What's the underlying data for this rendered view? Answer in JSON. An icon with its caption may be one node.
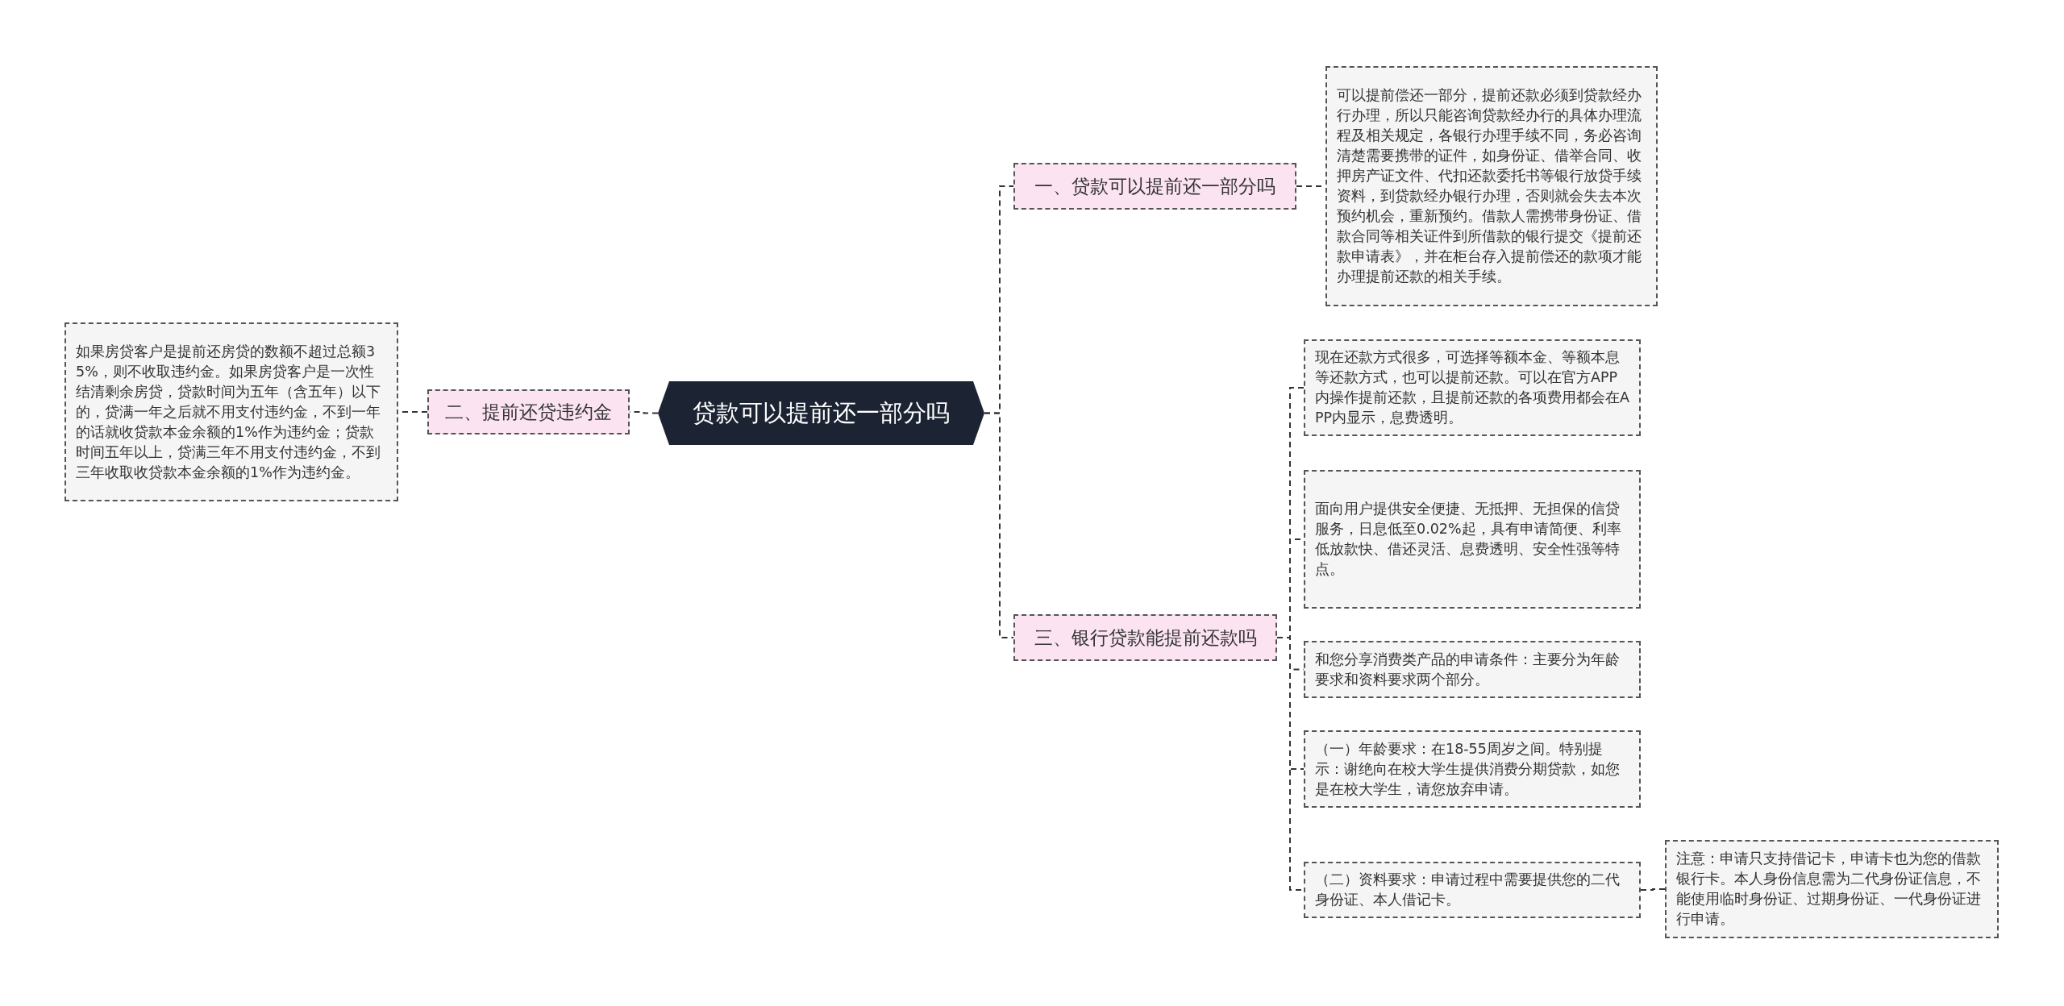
{
  "diagram": {
    "nodes": [
      {
        "text": [
          "贷款可以提前还一部分吗"
        ]
      },
      {
        "text": [
          "一、贷款可以提前还一部分吗"
        ]
      },
      {
        "text": [
          "可以提前偿还一部分，提前还款必须到贷款经办行办理，所以只能咨询贷款经办行的具体办理流程及相关规定，各银行办理手续不同，务必咨询清楚需要携带的证件，如身份证、借举合同、收押房产证文件、代扣还款委托书等银行放贷手续资料，到贷款经办银行办理，否则就会失去本次预约机会，重新预约。借款人需携带身份证、借款合同等相关证件到所借款的银行提交《提前还款申请表》，并在柜台存入提前偿还的款项才能办理提前还款的相关手续。"
        ]
      },
      {
        "text": [
          "二、提前还贷违约金"
        ]
      },
      {
        "text": [
          "如果房贷客户是提前还房贷的数额不超过总额35%，则不收取违约金。如果房贷客户是一次性结清剩余房贷，贷款时间为五年（含五年）以下的，贷满一年之后就不用支付违约金，不到一年的话就收贷款本金余额的1%作为违约金；贷款时间五年以上，贷满三年不用支付违约金，不到三年收取收贷款本金余额的1%作为违约金。"
        ]
      },
      {
        "text": [
          "三、银行贷款能提前还款吗"
        ]
      },
      {
        "text": [
          "现在还款方式很多，可选择等额本金、等额本息等还款方式，也可以提前还款。可以在官方APP内操作提前还款，且提前还款的各项费用都会在APP内显示，息费透明。"
        ]
      },
      {
        "text": [
          "面向用户提供安全便捷、无抵押、无担保的信贷服务，日息低至0.02%起，具有申请简便、利率低放款快、借还灵活、息费透明、安全性强等特点。"
        ]
      },
      {
        "text": [
          "和您分享消费类产品的申请条件：主要分为年龄要求和资料要求两个部分。"
        ]
      },
      {
        "text": [
          "（一）年龄要求：在18-55周岁之间。特别提示：谢绝向在校大学生提供消费分期贷款，如您是在校大学生，请您放弃申请。"
        ]
      },
      {
        "text": [
          "（二）资料要求：申请过程中需要提供您的二代身份证、本人借记卡。"
        ]
      },
      {
        "text": [
          "注意：申请只支持借记卡，申请卡也为您的借款银行卡。本人身份信息需为二代身份证信息，不能使用临时身份证、过期身份证、一代身份证进行申请。"
        ]
      }
    ],
    "edges": [
      {
        "from": 0,
        "to": 1,
        "arrow": "none"
      },
      {
        "from": 1,
        "to": 2,
        "arrow": "none"
      },
      {
        "from": 0,
        "to": 3,
        "arrow": "none"
      },
      {
        "from": 3,
        "to": 4,
        "arrow": "none"
      },
      {
        "from": 0,
        "to": 5,
        "arrow": "none"
      },
      {
        "from": 5,
        "to": 6,
        "arrow": "none"
      },
      {
        "from": 5,
        "to": 7,
        "arrow": "none"
      },
      {
        "from": 5,
        "to": 8,
        "arrow": "none"
      },
      {
        "from": 5,
        "to": 9,
        "arrow": "none"
      },
      {
        "from": 5,
        "to": 10,
        "arrow": "none"
      },
      {
        "from": 10,
        "to": 11,
        "arrow": "none"
      }
    ]
  }
}
